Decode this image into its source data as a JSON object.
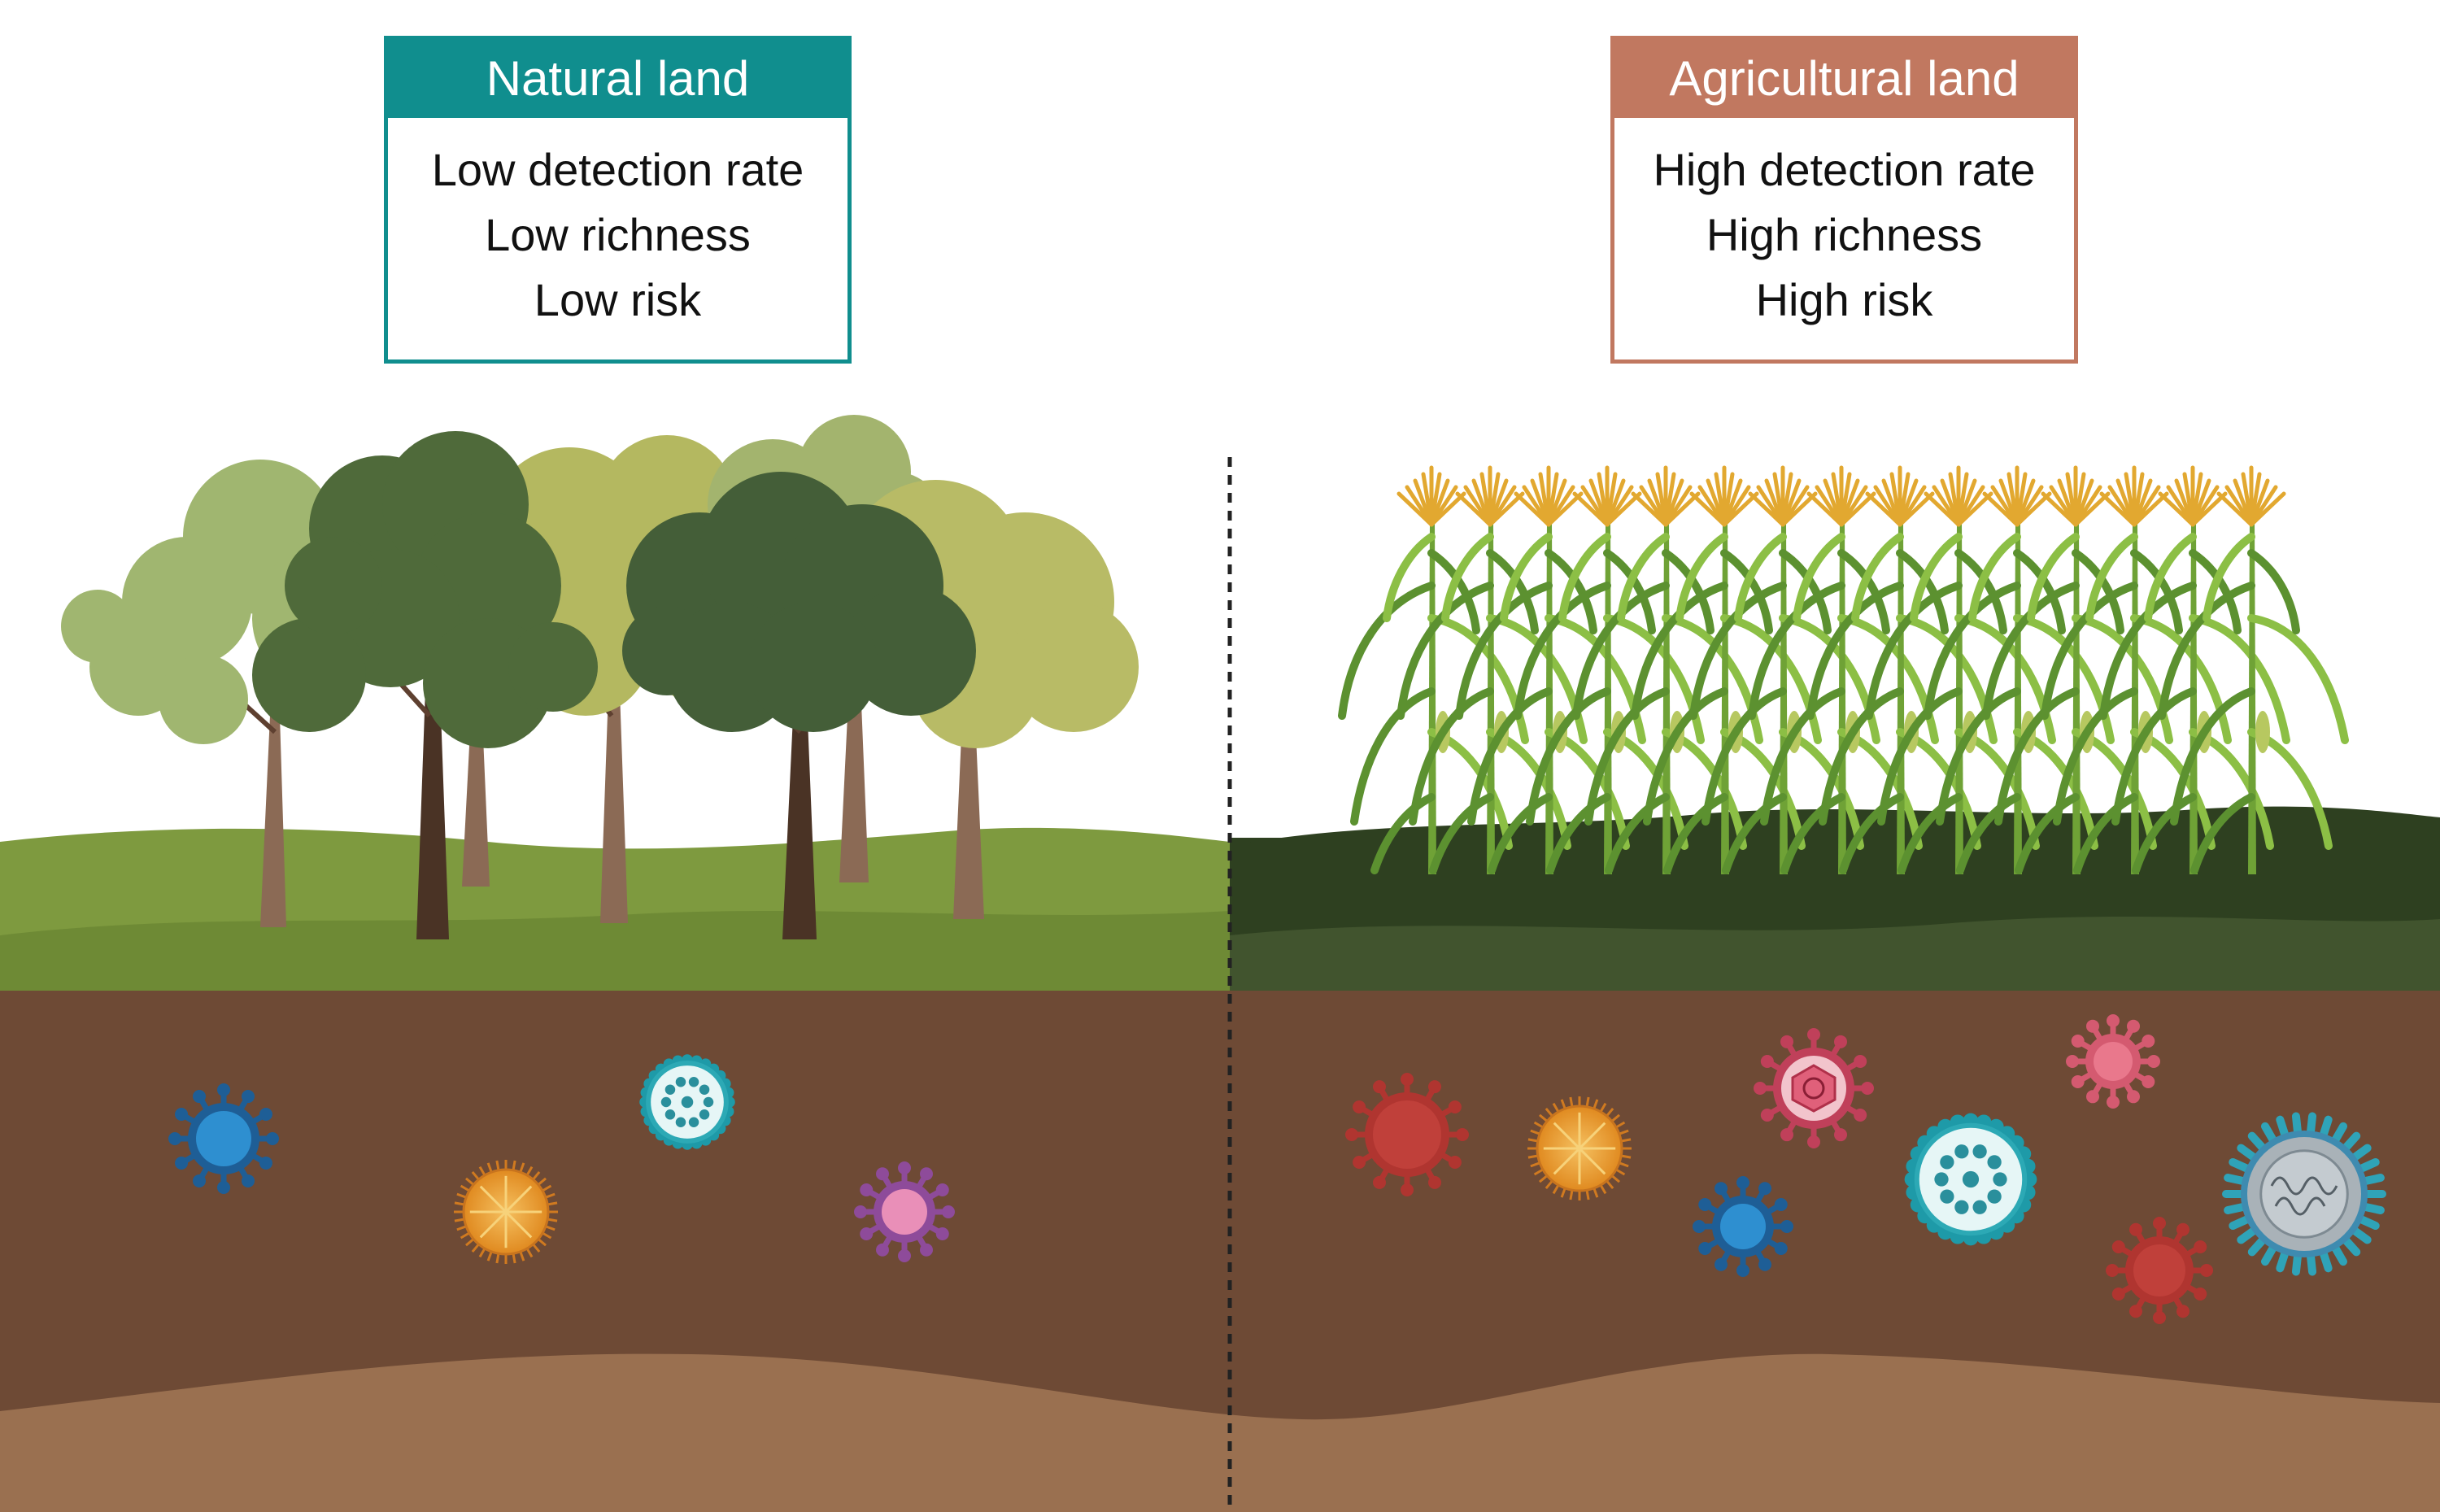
{
  "colors": {
    "natural_header": "#108E8E",
    "agricultural_header": "#C17860",
    "natural_grass": "#7E9A3F",
    "agricultural_grass": "#2E4020",
    "soil_upper": "#6E4A35",
    "soil_lower": "#9A7050"
  },
  "natural": {
    "title": "Natural land",
    "lines": [
      "Low detection rate",
      "Low richness",
      "Low risk"
    ]
  },
  "agricultural": {
    "title": "Agricultural land",
    "lines": [
      "High detection rate",
      "High richness",
      "High risk"
    ]
  },
  "icons": {
    "natural_vegetation": "deciduous-trees",
    "agricultural_vegetation": "corn-stalks",
    "soil_organisms": "virus-particles"
  }
}
